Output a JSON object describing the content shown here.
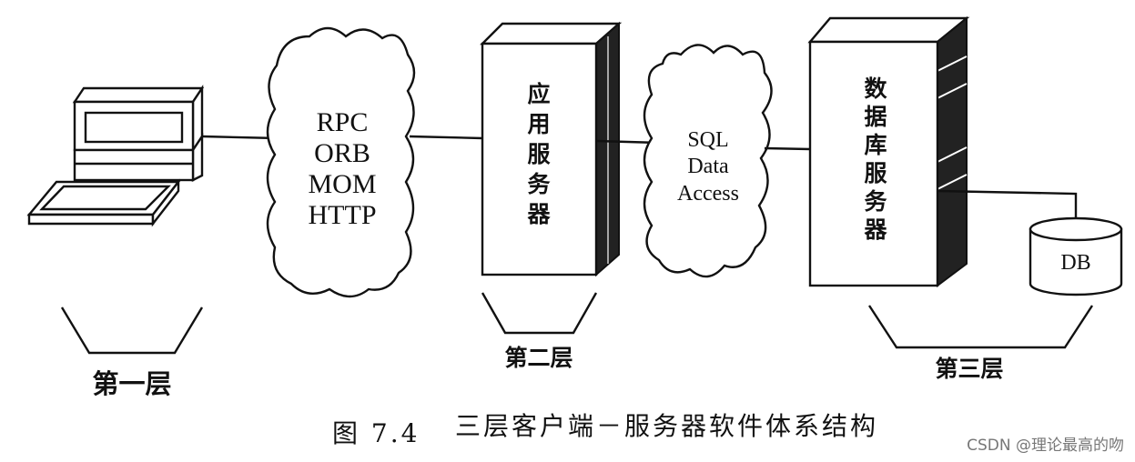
{
  "tiers": {
    "tier1": "第一层",
    "tier2": "第二层",
    "tier3": "第三层"
  },
  "middleware_cloud_1": [
    "RPC",
    "ORB",
    "MOM",
    "HTTP"
  ],
  "app_server": [
    "应",
    "用",
    "服",
    "务",
    "器"
  ],
  "middleware_cloud_2": [
    "SQL",
    "Data",
    "Access"
  ],
  "db_server": [
    "数",
    "据",
    "库",
    "服",
    "务",
    "器"
  ],
  "database": "DB",
  "caption": {
    "figure_no": "图 7.4",
    "title": "三层客户端－服务器软件体系结构"
  },
  "watermark": "CSDN @理论最高的吻"
}
